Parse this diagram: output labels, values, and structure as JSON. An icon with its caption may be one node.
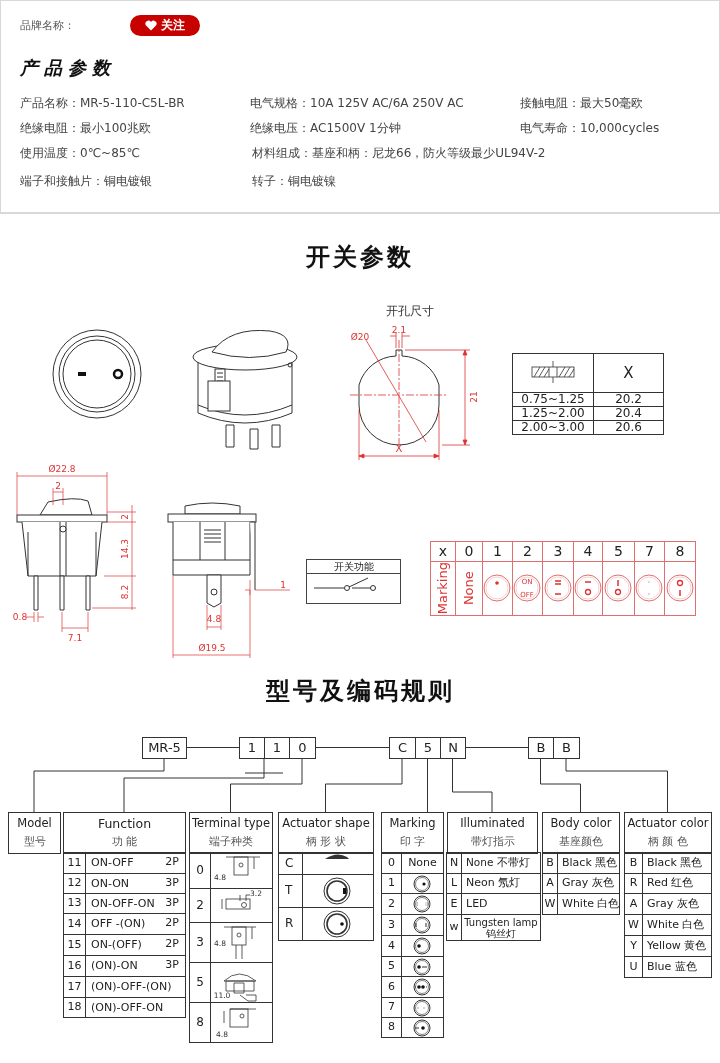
{
  "diagram": {
    "nodes": [
      {
        "text": [
          "MR-5"
        ]
      },
      {
        "text": [
          "1"
        ]
      },
      {
        "text": [
          "1"
        ]
      },
      {
        "text": [
          "0"
        ]
      },
      {
        "text": [
          "C"
        ]
      },
      {
        "text": [
          "5"
        ]
      },
      {
        "text": [
          "N"
        ]
      },
      {
        "text": [
          "B"
        ]
      },
      {
        "text": [
          "B"
        ]
      },
      {
        "text": [
          "Model",
          "型号"
        ]
      },
      {
        "text": [
          "Function",
          "功 能"
        ]
      },
      {
        "text": [
          "Terminal type",
          "端子种类"
        ]
      },
      {
        "text": [
          "Actuator shape",
          "柄 形 状"
        ]
      },
      {
        "text": [
          "Marking",
          "印 字"
        ]
      },
      {
        "text": [
          "Illuminated",
          "带灯指示"
        ]
      },
      {
        "text": [
          "Body color",
          "基座颜色"
        ]
      },
      {
        "text": [
          "Actuator color",
          "柄 颜 色"
        ]
      }
    ],
    "edges": [
      {
        "from": 0,
        "to": 1,
        "arrow": "none"
      },
      {
        "from": 3,
        "to": 4,
        "arrow": "none"
      },
      {
        "from": 6,
        "to": 7,
        "arrow": "none"
      },
      {
        "from": 0,
        "to": 9,
        "arrow": "none"
      },
      {
        "from": 1,
        "to": 10,
        "arrow": "none"
      },
      {
        "from": 2,
        "to": 10,
        "arrow": "none"
      },
      {
        "from": 3,
        "to": 11,
        "arrow": "none"
      },
      {
        "from": 4,
        "to": 12,
        "arrow": "none"
      },
      {
        "from": 5,
        "to": 13,
        "arrow": "none"
      },
      {
        "from": 6,
        "to": 14,
        "arrow": "none"
      },
      {
        "from": 7,
        "to": 15,
        "arrow": "none"
      },
      {
        "from": 8,
        "to": 16,
        "arrow": "none"
      }
    ],
    "labels": [
      "品牌名称：",
      "关注",
      "产品参数",
      "产品名称：MR-5-110-C5L-BR",
      "电气规格：10A 125V AC/6A 250V AC",
      "接触电阻：最大50毫欧",
      "绝缘电阻：最小100兆欧",
      "绝缘电压：AC1500V 1分钟",
      "电气寿命：10,000cycles",
      "使用温度：0℃~85℃",
      "材料组成：基座和柄：尼龙66，防火等级最少UL94V-2",
      "端子和接触片：铜电镀银",
      "转子：铜电镀镍",
      "开关参数",
      "开孔尺寸",
      "Ø20",
      "2.1",
      "21",
      "X",
      "X",
      "0.75~1.25",
      "20.2",
      "1.25~2.00",
      "20.4",
      "2.00~3.00",
      "20.6",
      "Ø22.8",
      "2",
      "2",
      "14.3",
      "8.2",
      "0.8",
      "7.1",
      "1",
      "4.8",
      "Ø19.5",
      "开关功能",
      "x",
      "0",
      "1",
      "2",
      "3",
      "4",
      "5",
      "7",
      "8",
      "Marking",
      "None",
      "ON",
      "OFF",
      "型号及编码规则",
      "11",
      "ON-OFF",
      "2P",
      "12",
      "ON-ON",
      "3P",
      "13",
      "ON-OFF-ON",
      "3P",
      "14",
      "OFF -(ON)",
      "2P",
      "15",
      "ON-(OFF)",
      "2P",
      "16",
      "(ON)-ON",
      "3P",
      "17",
      "(ON)-OFF-(ON)",
      "18",
      "(ON)-OFF-ON",
      "0",
      "4.8",
      "2",
      "3.2",
      "3",
      "4.8",
      "5",
      "11.0",
      "8",
      "4.8",
      "C",
      "T",
      "R",
      "0",
      "None",
      "1",
      "2",
      "3",
      "4",
      "5",
      "6",
      "7",
      "8",
      "N",
      "None 不带灯",
      "L",
      "Neon 氖灯",
      "E",
      "LED",
      "w",
      "Tungsten lamp 钨丝灯",
      "B",
      "Black 黑色",
      "A",
      "Gray 灰色",
      "W",
      "White 白色",
      "B",
      "Black 黑色",
      "R",
      "Red 红色",
      "A",
      "Gray 灰色",
      "W",
      "White 白色",
      "Y",
      "Yellow 黄色",
      "U",
      "Blue 蓝色"
    ]
  }
}
